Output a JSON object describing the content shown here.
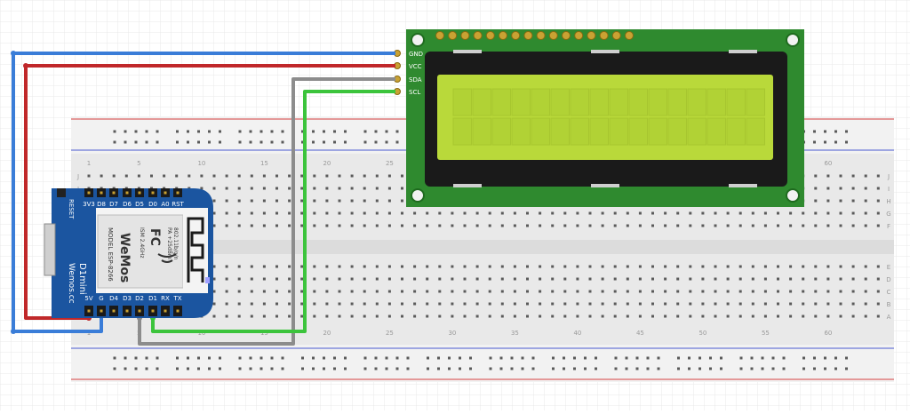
{
  "colors": {
    "grid_line": "#e6e6e6",
    "breadboard": "#e9e9e9",
    "rail_strip": "#f3f3f3",
    "rail_red": "#d64040",
    "rail_blue": "#4a5bd0",
    "hole": "#5a5a5a",
    "wire_gnd": "#3a7dd8",
    "wire_vcc": "#c0282a",
    "wire_sda": "#8c8c8c",
    "wire_scl": "#3cc43c",
    "lcd_board": "#2f8a2f",
    "lcd_bezel": "#1a1a1a",
    "lcd_screen": "#b9d93a",
    "d1_board": "#1b55a0",
    "esp_shield": "#e4e4e4",
    "antenna": "#1a1a1a"
  },
  "breadboard": {
    "column_numbers": [
      "1",
      "5",
      "10",
      "15",
      "20",
      "25",
      "30",
      "35",
      "40",
      "45",
      "50",
      "55",
      "60"
    ],
    "row_letters_top": [
      "J",
      "I",
      "H",
      "G",
      "F"
    ],
    "row_letters_bottom": [
      "E",
      "D",
      "C",
      "B",
      "A"
    ]
  },
  "lcd": {
    "pins": [
      "GND",
      "VCC",
      "SDA",
      "SCL"
    ],
    "rows": 2,
    "cols": 16
  },
  "d1mini": {
    "top_pins": [
      "3V3",
      "D8",
      "D7",
      "D6",
      "D5",
      "D0",
      "A0",
      "RST"
    ],
    "bottom_pins": [
      "5V",
      "G",
      "D4",
      "D3",
      "D2",
      "D1",
      "RX",
      "TX"
    ],
    "reset_label": "RESET",
    "name_label": "D1mini",
    "site_label": "Wemos.cc",
    "fcc_label": "FC",
    "cert_label1": "ISM 2.4GHz",
    "cert_label2": "PA +25dBm",
    "cert_label3": "802.11b/g/n",
    "model_label": "MODEL ESP-8266",
    "brand_label": "WeMos"
  }
}
